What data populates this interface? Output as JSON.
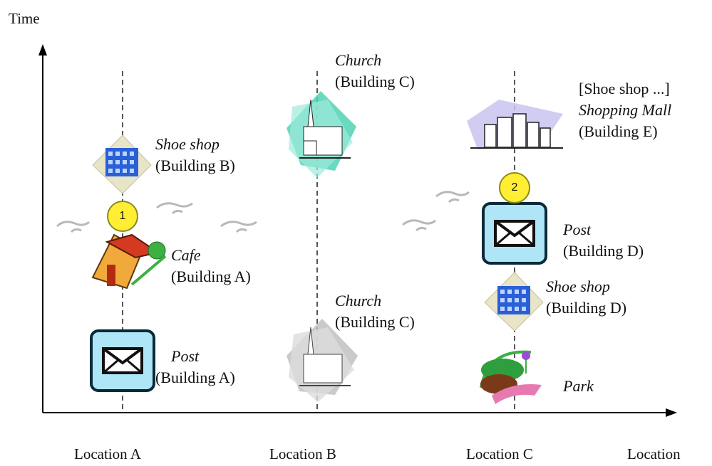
{
  "axes": {
    "y_label": "Time",
    "x_label": "Location",
    "locations": [
      "Location A",
      "Location B",
      "Location C"
    ]
  },
  "events": [
    {
      "name": "Cafe",
      "building": "(Building A)",
      "icon": "house-icon"
    },
    {
      "name": "Post",
      "building": "(Building A)",
      "icon": "mail-icon"
    },
    {
      "name": "Shoe shop",
      "building": "(Building B)",
      "icon": "office-building-icon"
    },
    {
      "name": "Church",
      "building": "(Building C)",
      "icon": "church-icon"
    },
    {
      "name": "Church",
      "building": "(Building C)",
      "icon": "church-icon"
    },
    {
      "name": "Shopping Mall",
      "prefix": "[Shoe shop ...]",
      "building": "(Building E)",
      "icon": "city-skyline-icon"
    },
    {
      "name": "Post",
      "building": "(Building D)",
      "icon": "mail-icon"
    },
    {
      "name": "Shoe shop",
      "building": "(Building D)",
      "icon": "office-building-icon"
    },
    {
      "name": "Park",
      "icon": "park-icon"
    }
  ],
  "markers": [
    "1",
    "2"
  ],
  "colors": {
    "marker_fill": "#ffee33",
    "mail_fill": "#aee6f7",
    "building_blue": "#2a5fd6"
  }
}
